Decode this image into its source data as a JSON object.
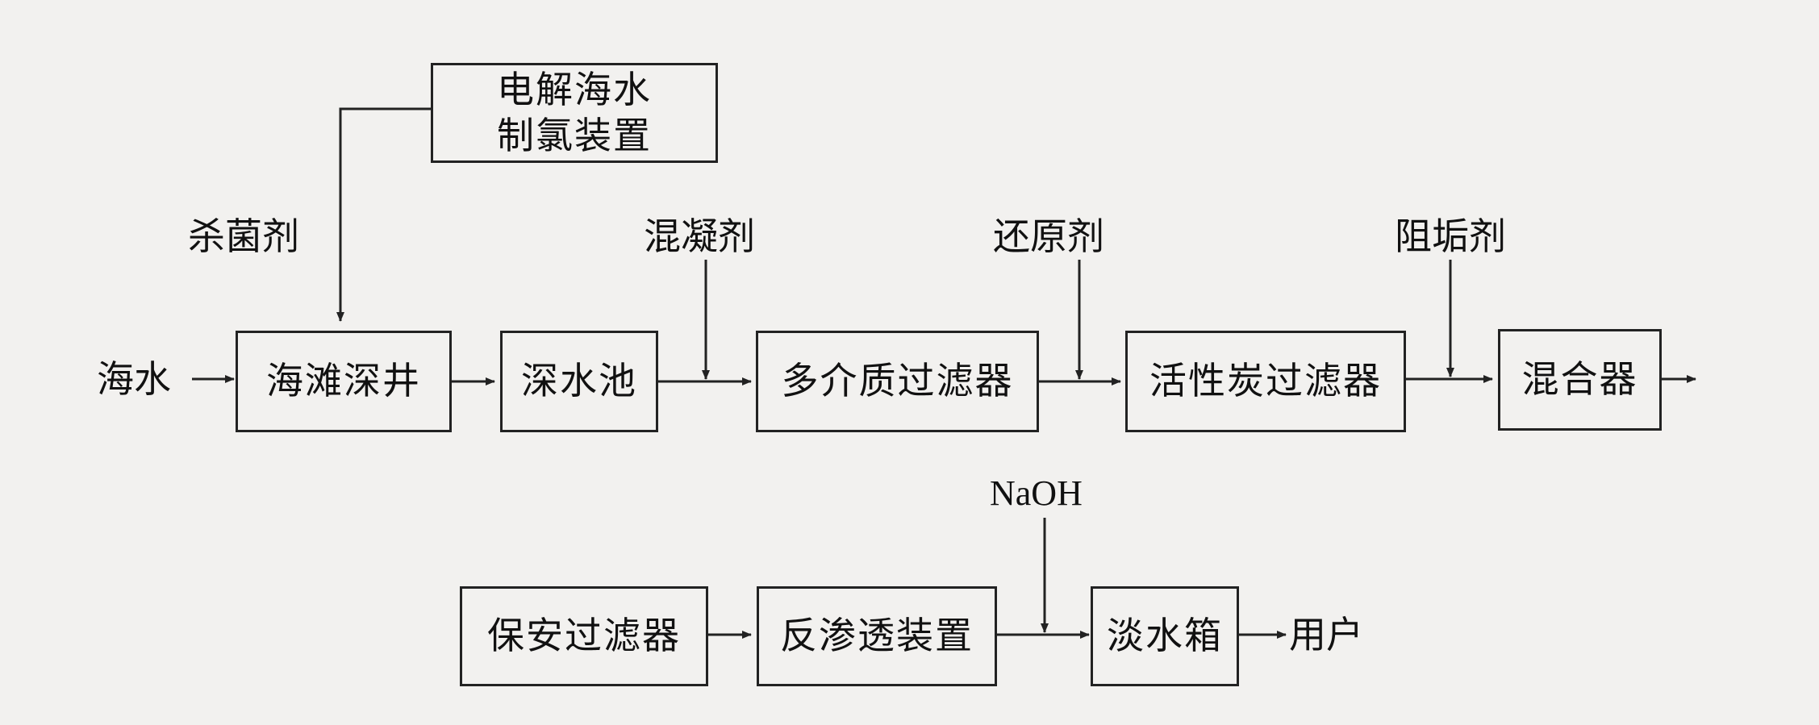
{
  "diagram": {
    "boxes": {
      "electrolysis": [
        "电解海水",
        "制氯装置"
      ],
      "beach_well": "海滩深井",
      "deep_pool": "深水池",
      "multimedia_filter": "多介质过滤器",
      "carbon_filter": "活性炭过滤器",
      "mixer": "混合器",
      "security_filter": "保安过滤器",
      "reverse_osmosis": "反渗透装置",
      "fresh_tank": "淡水箱"
    },
    "labels": {
      "sterilizer": "杀菌剂",
      "coagulant": "混凝剂",
      "reductant": "还原剂",
      "antiscalant": "阻垢剂",
      "seawater": "海水",
      "naoh": "NaOH",
      "user": "用户"
    }
  }
}
